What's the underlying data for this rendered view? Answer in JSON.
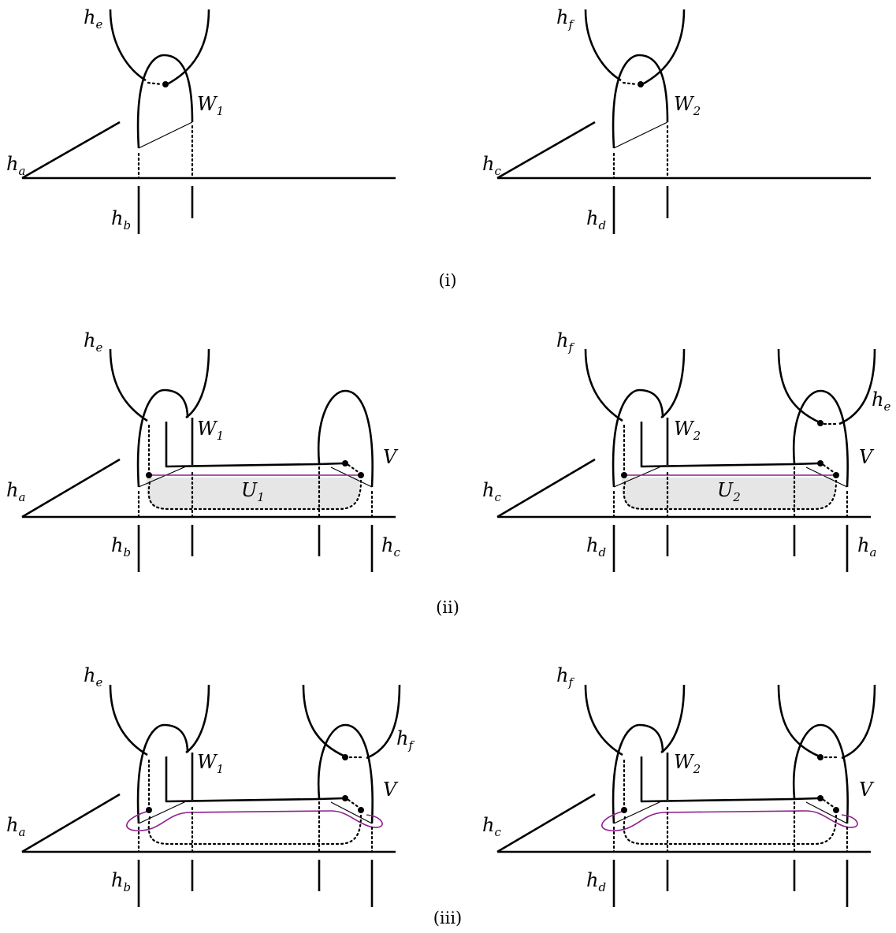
{
  "labels": {
    "h": "h",
    "a": "a",
    "b": "b",
    "c": "c",
    "d": "d",
    "e": "e",
    "f": "f",
    "W": "W",
    "one": "1",
    "two": "2",
    "U": "U",
    "V": "V"
  },
  "captions": {
    "i": "(i)",
    "ii": "(ii)",
    "iii": "(iii)"
  },
  "colors": {
    "stroke": "#000000",
    "curve_purple": "#8e1f8e",
    "shade": "#e6e6e6"
  }
}
